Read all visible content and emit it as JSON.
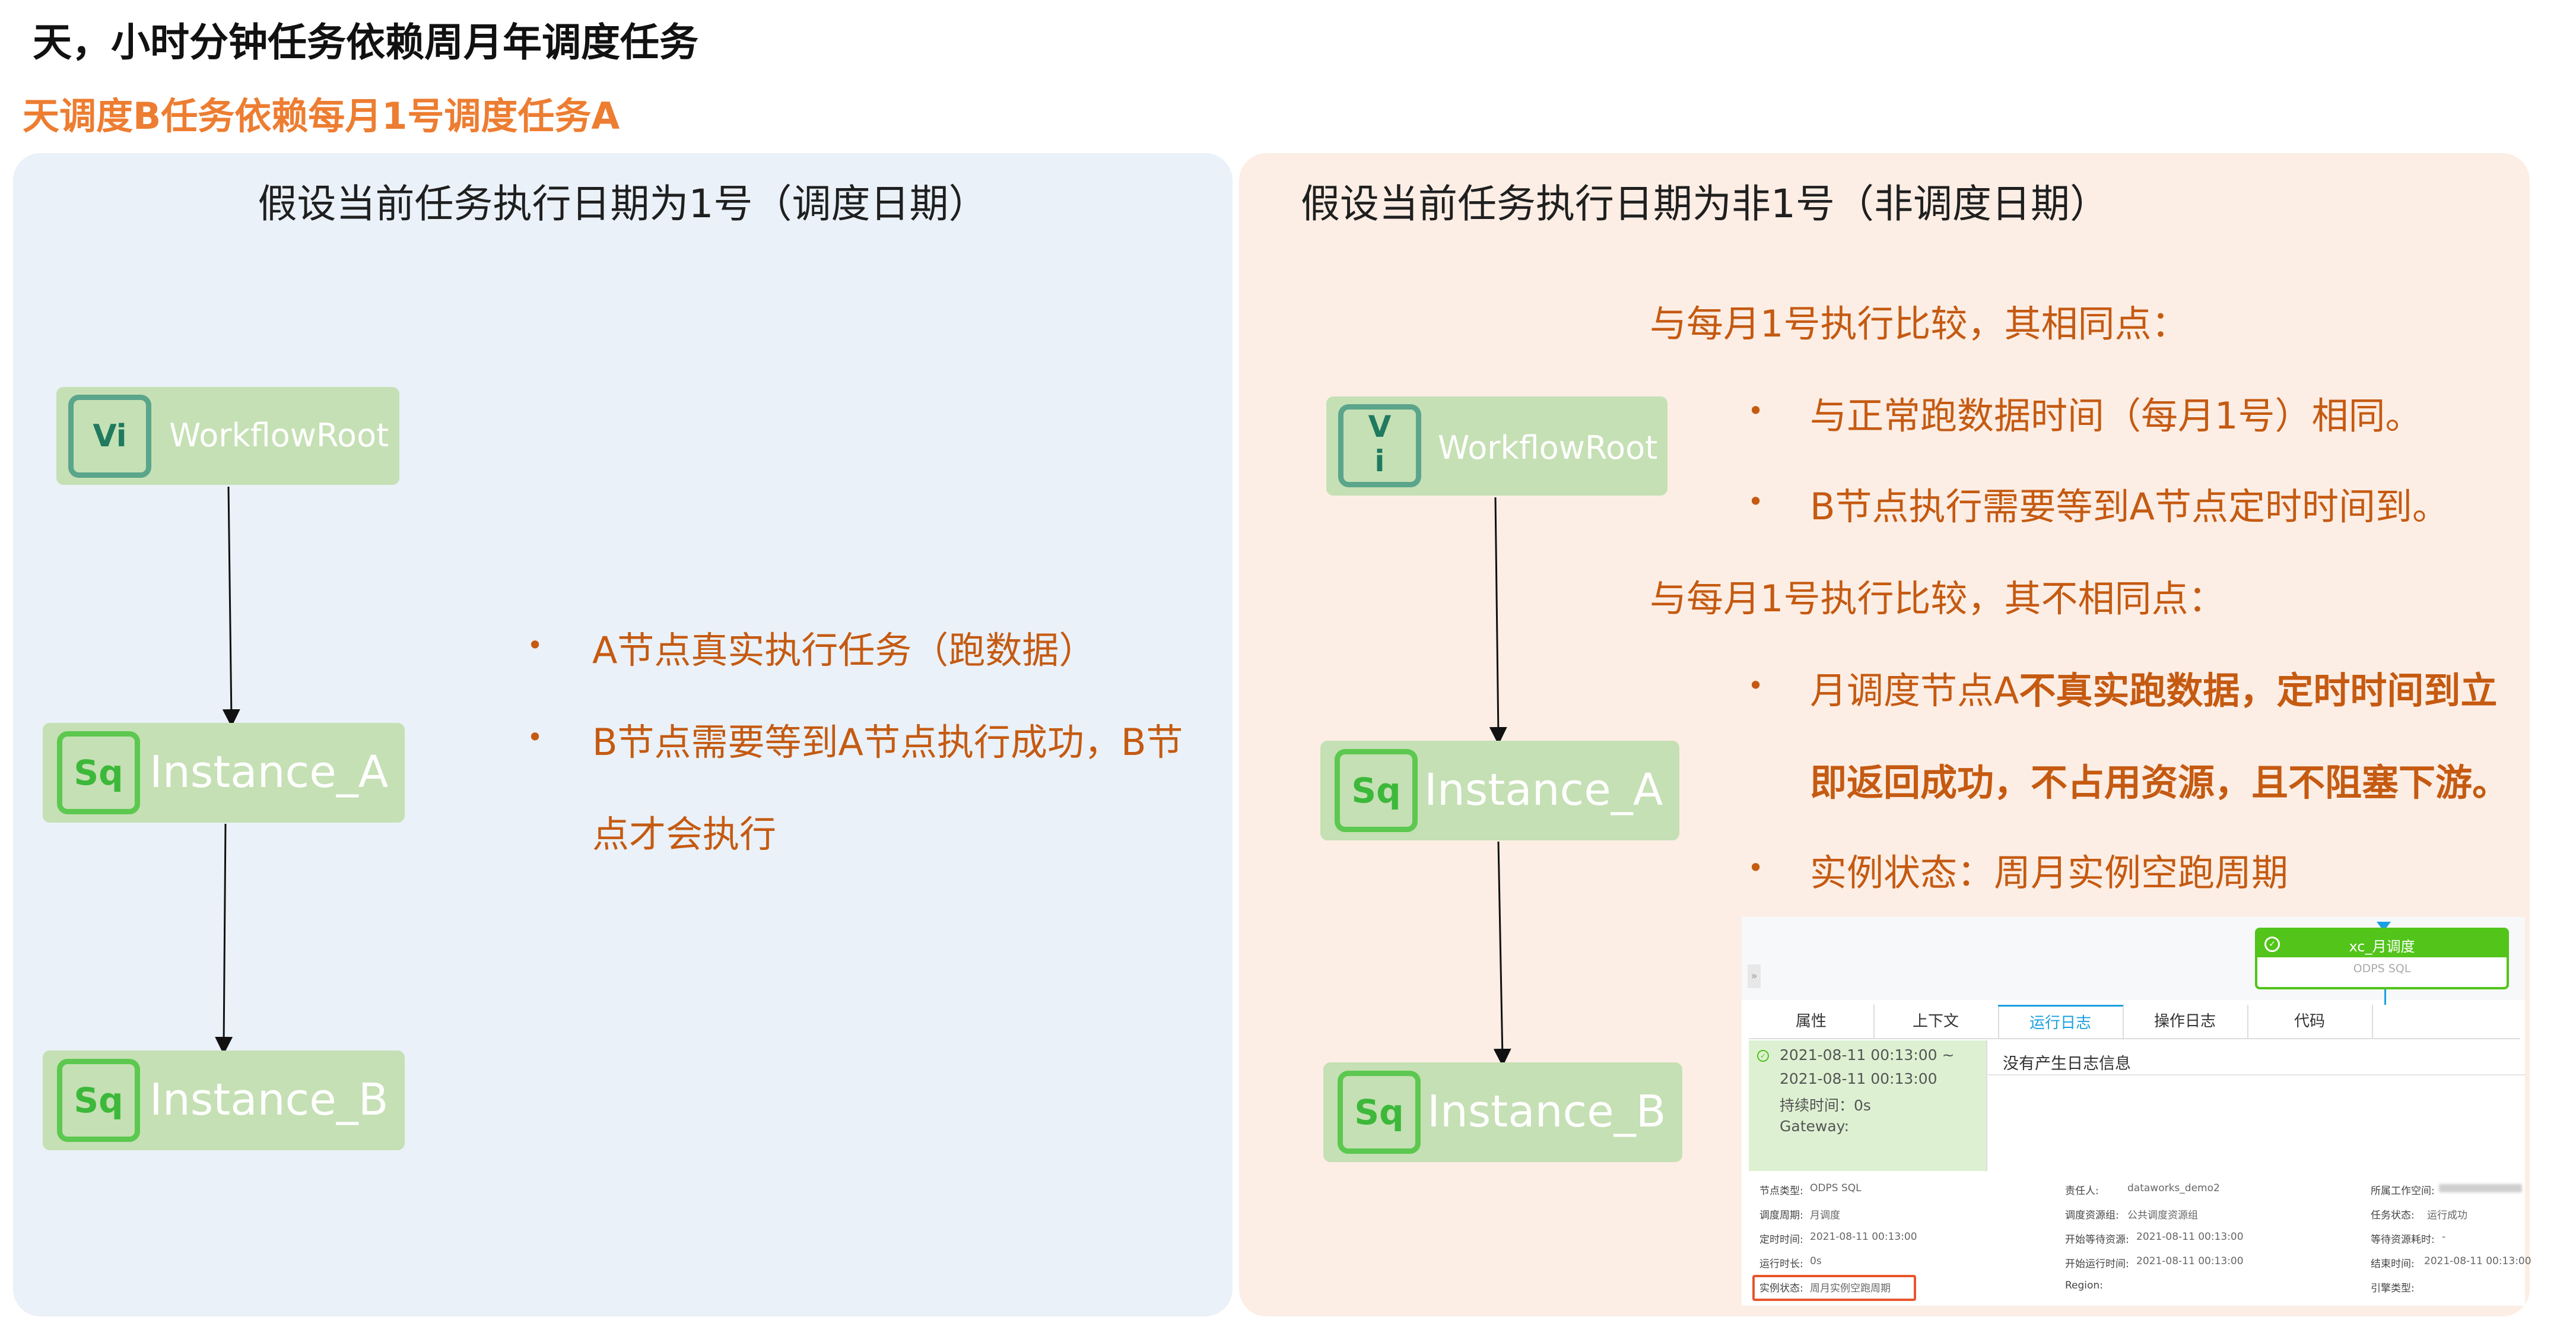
{
  "slide": {
    "title": "天，小时分钟任务依赖周月年调度任务",
    "subtitle": "天调度B任务依赖每月1号调度任务A"
  },
  "left_panel": {
    "header": "假设当前任务执行日期为1号（调度日期）",
    "nodes": {
      "root": {
        "badge": "Vi",
        "label": "WorkflowRoot"
      },
      "a": {
        "badge": "Sq",
        "label": "Instance_A"
      },
      "b": {
        "badge": "Sq",
        "label": "Instance_B"
      }
    },
    "bullets": [
      "A节点真实执行任务（跑数据）",
      "B节点需要等到A节点执行成功，B节",
      "点才会执行"
    ]
  },
  "right_panel": {
    "header": "假设当前任务执行日期为非1号（非调度日期）",
    "nodes": {
      "root": {
        "badge_line1": "V",
        "badge_line2": "i",
        "label": "WorkflowRoot"
      },
      "a": {
        "badge": "Sq",
        "label": "Instance_A"
      },
      "b": {
        "badge": "Sq",
        "label": "Instance_B"
      }
    },
    "same_heading": "与每月1号执行比较，其相同点：",
    "same_points": [
      "与正常跑数据时间（每月1号）相同。",
      "B节点执行需要等到A节点定时时间到。"
    ],
    "diff_heading": "与每月1号执行比较，其不相同点：",
    "diff_point1_normal": "月调度节点A",
    "diff_point1_bold": "不真实跑数据，定时时间到立",
    "diff_point1_line2": "即返回成功，不占用资源，且不阻塞下游。",
    "diff_point2": "实例状态：周月实例空跑周期"
  },
  "screenshot": {
    "node_title": "xc_月调度",
    "node_type": "ODPS SQL",
    "tabs": [
      "属性",
      "上下文",
      "运行日志",
      "操作日志",
      "代码"
    ],
    "active_tab_index": 2,
    "log_entry": {
      "time_start": "2021-08-11 00:13:00 ~",
      "time_end": "2021-08-11 00:13:00",
      "duration": "持续时间：0s",
      "gateway": "Gateway:"
    },
    "log_message": "没有产生日志信息",
    "col1": [
      {
        "k": "节点类型:",
        "v": "ODPS SQL"
      },
      {
        "k": "调度周期:",
        "v": "月调度"
      },
      {
        "k": "定时时间:",
        "v": "2021-08-11 00:13:00"
      },
      {
        "k": "运行时长:",
        "v": "0s"
      },
      {
        "k": "实例状态:",
        "v": "周月实例空跑周期"
      }
    ],
    "col2": [
      {
        "k": "责任人:",
        "v": "dataworks_demo2"
      },
      {
        "k": "调度资源组:",
        "v": "公共调度资源组"
      },
      {
        "k": "开始等待资源:",
        "v": "2021-08-11 00:13:00"
      },
      {
        "k": "开始运行时间:",
        "v": "2021-08-11 00:13:00"
      },
      {
        "k": "Region:",
        "v": ""
      }
    ],
    "col3": [
      {
        "k": "所属工作空间:",
        "v": ""
      },
      {
        "k": "任务状态:",
        "v": "运行成功"
      },
      {
        "k": "等待资源耗时:",
        "v": "-"
      },
      {
        "k": "结束时间:",
        "v": "2021-08-11 00:13:00"
      },
      {
        "k": "引擎类型:",
        "v": ""
      }
    ],
    "colors": {
      "success": "#52C41A",
      "accent": "#1AA0E0",
      "highlight_box": "#E8552D"
    }
  }
}
